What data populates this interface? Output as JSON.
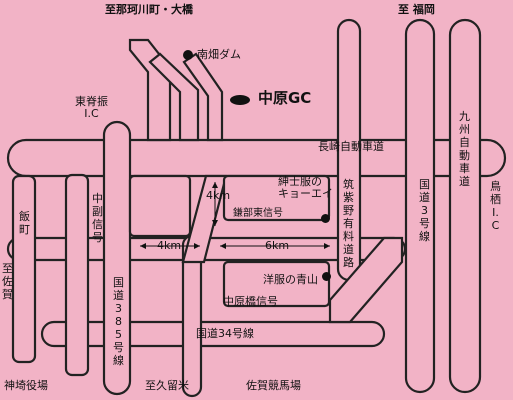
{
  "map": {
    "dest_top_left": "至那珂川町・大橋",
    "dest_top_right": "至 福岡",
    "dam": "南畑ダム",
    "golf": "中原GC",
    "ic_east_sefuri": "東脊振\nI.C",
    "expressway": "長崎自動車道",
    "kyushu_expressway": "九州自動車道",
    "tosu_ic": "鳥栖I.C",
    "iimachi": "飯町",
    "nakafuku_signal": "中副信号",
    "distance_4km_v": "4km",
    "shinshi_kyoei": "紳士服の\nキョーエイ",
    "chikushino_road": "筑紫野有料道路",
    "route3": "国道3号線",
    "kamanobu_signal": "鎌部東信号",
    "distance_4km_h": "4km",
    "distance_6km_h": "6km",
    "shop_aoyama": "洋服の青山",
    "nakahara_bridge_signal": "中原橋信号",
    "route385": "国道385号線",
    "to_saga": "至佐賀",
    "route34": "国道34号線",
    "kanzaki_office": "神埼役場",
    "to_kurume": "至久留米",
    "saga_racecourse": "佐賀競馬場"
  }
}
